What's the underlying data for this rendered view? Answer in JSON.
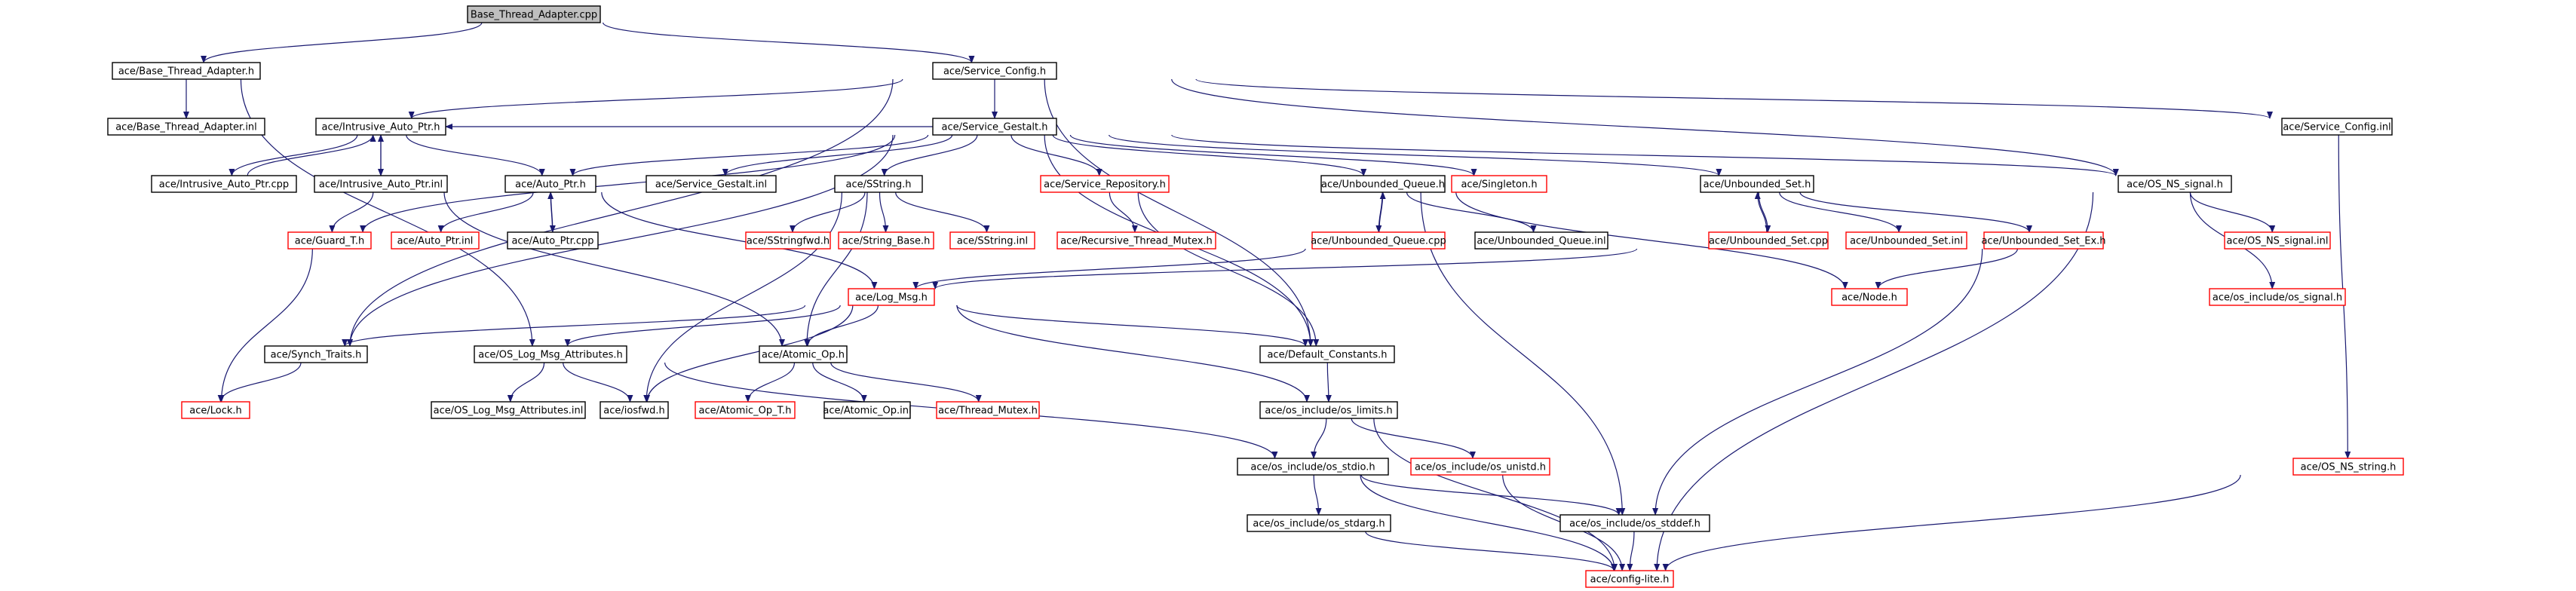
{
  "colors": {
    "edge": "#191970",
    "root_fill": "#bfbfbf",
    "node_fill": "#ffffff",
    "node_border": "#000000",
    "missing_border": "#ff0000"
  },
  "nodes": [
    {
      "id": "n0",
      "label": "Base_Thread_Adapter.cpp",
      "style": "root"
    },
    {
      "id": "n1",
      "label": "ace/Base_Thread_Adapter.h",
      "style": "normal"
    },
    {
      "id": "n2",
      "label": "ace/Service_Config.h",
      "style": "normal"
    },
    {
      "id": "n3",
      "label": "ace/Base_Thread_Adapter.inl",
      "style": "normal"
    },
    {
      "id": "n4",
      "label": "ace/Intrusive_Auto_Ptr.h",
      "style": "normal"
    },
    {
      "id": "n5",
      "label": "ace/Service_Gestalt.h",
      "style": "normal"
    },
    {
      "id": "n6",
      "label": "ace/Service_Config.inl",
      "style": "normal"
    },
    {
      "id": "n7",
      "label": "ace/Intrusive_Auto_Ptr.cpp",
      "style": "normal"
    },
    {
      "id": "n8",
      "label": "ace/Intrusive_Auto_Ptr.inl",
      "style": "normal"
    },
    {
      "id": "n9",
      "label": "ace/Auto_Ptr.h",
      "style": "normal"
    },
    {
      "id": "n10",
      "label": "ace/Service_Gestalt.inl",
      "style": "normal"
    },
    {
      "id": "n11",
      "label": "ace/SString.h",
      "style": "normal"
    },
    {
      "id": "n12",
      "label": "ace/Service_Repository.h",
      "style": "missing"
    },
    {
      "id": "n13",
      "label": "ace/Unbounded_Queue.h",
      "style": "normal"
    },
    {
      "id": "n14",
      "label": "ace/Singleton.h",
      "style": "missing"
    },
    {
      "id": "n15",
      "label": "ace/Unbounded_Set.h",
      "style": "normal"
    },
    {
      "id": "n16",
      "label": "ace/OS_NS_signal.h",
      "style": "normal"
    },
    {
      "id": "n17",
      "label": "ace/Guard_T.h",
      "style": "missing"
    },
    {
      "id": "n18",
      "label": "ace/Auto_Ptr.inl",
      "style": "missing"
    },
    {
      "id": "n19",
      "label": "ace/Auto_Ptr.cpp",
      "style": "normal"
    },
    {
      "id": "n20",
      "label": "ace/SStringfwd.h",
      "style": "missing"
    },
    {
      "id": "n21",
      "label": "ace/String_Base.h",
      "style": "missing"
    },
    {
      "id": "n22",
      "label": "ace/SString.inl",
      "style": "missing"
    },
    {
      "id": "n23",
      "label": "ace/Recursive_Thread_Mutex.h",
      "style": "missing"
    },
    {
      "id": "n24",
      "label": "ace/Unbounded_Queue.cpp",
      "style": "missing"
    },
    {
      "id": "n25",
      "label": "ace/Unbounded_Queue.inl",
      "style": "normal"
    },
    {
      "id": "n26",
      "label": "ace/Unbounded_Set.cpp",
      "style": "missing"
    },
    {
      "id": "n27",
      "label": "ace/Unbounded_Set.inl",
      "style": "missing"
    },
    {
      "id": "n28",
      "label": "ace/Unbounded_Set_Ex.h",
      "style": "missing"
    },
    {
      "id": "n29",
      "label": "ace/OS_NS_signal.inl",
      "style": "missing"
    },
    {
      "id": "n30",
      "label": "ace/Log_Msg.h",
      "style": "missing"
    },
    {
      "id": "n31",
      "label": "ace/Node.h",
      "style": "missing"
    },
    {
      "id": "n32",
      "label": "ace/os_include/os_signal.h",
      "style": "missing"
    },
    {
      "id": "n33",
      "label": "ace/Synch_Traits.h",
      "style": "normal"
    },
    {
      "id": "n34",
      "label": "ace/OS_Log_Msg_Attributes.h",
      "style": "normal"
    },
    {
      "id": "n35",
      "label": "ace/Atomic_Op.h",
      "style": "normal"
    },
    {
      "id": "n36",
      "label": "ace/Default_Constants.h",
      "style": "normal"
    },
    {
      "id": "n37",
      "label": "ace/Lock.h",
      "style": "missing"
    },
    {
      "id": "n38",
      "label": "ace/OS_Log_Msg_Attributes.inl",
      "style": "normal"
    },
    {
      "id": "n39",
      "label": "ace/iosfwd.h",
      "style": "normal"
    },
    {
      "id": "n40",
      "label": "ace/Atomic_Op_T.h",
      "style": "missing"
    },
    {
      "id": "n41",
      "label": "ace/Atomic_Op.inl",
      "style": "normal"
    },
    {
      "id": "n42",
      "label": "ace/Thread_Mutex.h",
      "style": "missing"
    },
    {
      "id": "n43",
      "label": "ace/os_include/os_limits.h",
      "style": "normal"
    },
    {
      "id": "n44",
      "label": "ace/os_include/os_unistd.h",
      "style": "missing"
    },
    {
      "id": "n45",
      "label": "ace/OS_NS_string.h",
      "style": "missing"
    },
    {
      "id": "n46",
      "label": "ace/os_include/os_stdio.h",
      "style": "normal"
    },
    {
      "id": "n47",
      "label": "ace/os_include/os_stdarg.h",
      "style": "normal"
    },
    {
      "id": "n48",
      "label": "ace/os_include/os_stddef.h",
      "style": "normal"
    },
    {
      "id": "n49",
      "label": "ace/config-lite.h",
      "style": "missing"
    }
  ],
  "edges": [
    [
      "n0",
      "n1"
    ],
    [
      "n0",
      "n2"
    ],
    [
      "n1",
      "n3"
    ],
    [
      "n1",
      "n34"
    ],
    [
      "n2",
      "n33"
    ],
    [
      "n2",
      "n4"
    ],
    [
      "n2",
      "n5"
    ],
    [
      "n2",
      "n6"
    ],
    [
      "n2",
      "n16"
    ],
    [
      "n2",
      "n36"
    ],
    [
      "n4",
      "n7"
    ],
    [
      "n4",
      "n8"
    ],
    [
      "n4",
      "n9"
    ],
    [
      "n7",
      "n4"
    ],
    [
      "n8",
      "n4"
    ],
    [
      "n5",
      "n4"
    ],
    [
      "n5",
      "n9"
    ],
    [
      "n5",
      "n10"
    ],
    [
      "n5",
      "n11"
    ],
    [
      "n5",
      "n12"
    ],
    [
      "n5",
      "n13"
    ],
    [
      "n5",
      "n14"
    ],
    [
      "n5",
      "n15"
    ],
    [
      "n5",
      "n16"
    ],
    [
      "n5",
      "n17"
    ],
    [
      "n5",
      "n33"
    ],
    [
      "n5",
      "n36"
    ],
    [
      "n8",
      "n17"
    ],
    [
      "n8",
      "n35"
    ],
    [
      "n9",
      "n18"
    ],
    [
      "n9",
      "n19"
    ],
    [
      "n19",
      "n9"
    ],
    [
      "n11",
      "n20"
    ],
    [
      "n11",
      "n21"
    ],
    [
      "n11",
      "n22"
    ],
    [
      "n11",
      "n39"
    ],
    [
      "n11",
      "n35"
    ],
    [
      "n12",
      "n23"
    ],
    [
      "n12",
      "n36"
    ],
    [
      "n13",
      "n24"
    ],
    [
      "n13",
      "n25"
    ],
    [
      "n13",
      "n31"
    ],
    [
      "n13",
      "n48"
    ],
    [
      "n24",
      "n13"
    ],
    [
      "n15",
      "n26"
    ],
    [
      "n15",
      "n27"
    ],
    [
      "n15",
      "n28"
    ],
    [
      "n26",
      "n15"
    ],
    [
      "n16",
      "n29"
    ],
    [
      "n16",
      "n32"
    ],
    [
      "n16",
      "n49"
    ],
    [
      "n24",
      "n30"
    ],
    [
      "n26",
      "n30"
    ],
    [
      "n28",
      "n31"
    ],
    [
      "n28",
      "n48"
    ],
    [
      "n30",
      "n33"
    ],
    [
      "n30",
      "n34"
    ],
    [
      "n30",
      "n35"
    ],
    [
      "n30",
      "n36"
    ],
    [
      "n30",
      "n39"
    ],
    [
      "n30",
      "n43"
    ],
    [
      "n9",
      "n30"
    ],
    [
      "n17",
      "n37"
    ],
    [
      "n33",
      "n37"
    ],
    [
      "n34",
      "n38"
    ],
    [
      "n34",
      "n39"
    ],
    [
      "n34",
      "n46"
    ],
    [
      "n35",
      "n40"
    ],
    [
      "n35",
      "n41"
    ],
    [
      "n35",
      "n42"
    ],
    [
      "n36",
      "n43"
    ],
    [
      "n43",
      "n46"
    ],
    [
      "n43",
      "n44"
    ],
    [
      "n43",
      "n49"
    ],
    [
      "n44",
      "n49"
    ],
    [
      "n46",
      "n47"
    ],
    [
      "n46",
      "n48"
    ],
    [
      "n46",
      "n49"
    ],
    [
      "n47",
      "n49"
    ],
    [
      "n48",
      "n49"
    ],
    [
      "n6",
      "n45"
    ],
    [
      "n45",
      "n49"
    ]
  ]
}
